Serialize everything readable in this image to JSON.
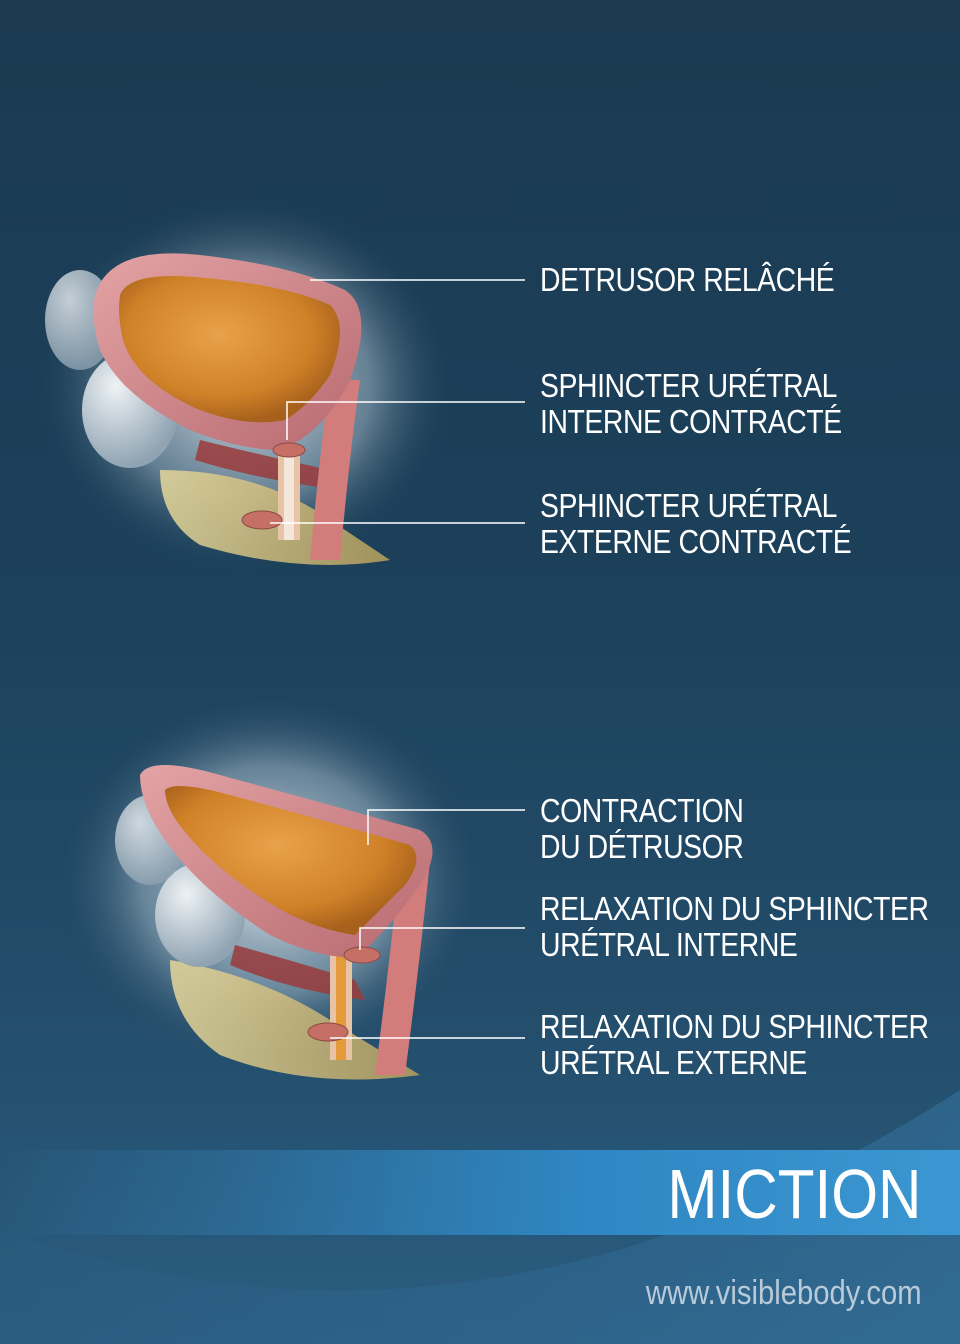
{
  "top_panel": {
    "labels": {
      "detrusor": "DETRUSOR RELÂCHÉ",
      "internal_line1": "SPHINCTER URÉTRAL",
      "internal_line2": "INTERNE CONTRACTÉ",
      "external_line1": "SPHINCTER URÉTRAL",
      "external_line2": "EXTERNE CONTRACTÉ"
    }
  },
  "bottom_panel": {
    "labels": {
      "detrusor_line1": "CONTRACTION",
      "detrusor_line2": "DU DÉTRUSOR",
      "internal_line1": "RELAXATION DU SPHINCTER",
      "internal_line2": "URÉTRAL INTERNE",
      "external_line1": "RELAXATION DU SPHINCTER",
      "external_line2": "URÉTRAL EXTERNE"
    }
  },
  "title": "MICTION",
  "website": "www.visiblebody.com",
  "colors": {
    "background": "#1c415b",
    "banner": "#2f86c2",
    "urine": "#d98a2c",
    "bladder_wall": "#c97a7e",
    "label_text": "#ffffff"
  }
}
